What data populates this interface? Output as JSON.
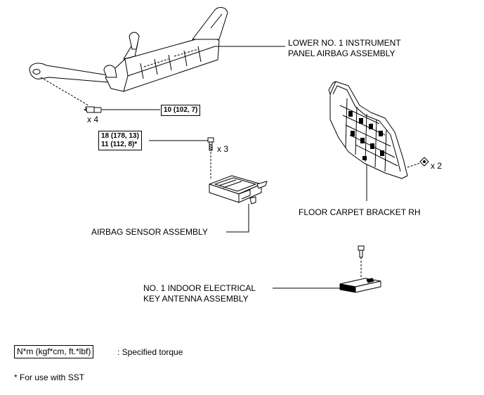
{
  "labels": {
    "lower_airbag_line1": "LOWER NO. 1 INSTRUMENT",
    "lower_airbag_line2": "PANEL AIRBAG ASSEMBLY",
    "floor_carpet_bracket": "FLOOR CARPET BRACKET RH",
    "airbag_sensor": "AIRBAG SENSOR ASSEMBLY",
    "antenna_line1": "NO. 1 INDOOR ELECTRICAL",
    "antenna_line2": "KEY ANTENNA ASSEMBLY"
  },
  "torques": {
    "airbag_bolts": "10 (102, 7)",
    "sensor_bolts_line1": "18 (178, 13)",
    "sensor_bolts_line2": "11 (112, 8)*"
  },
  "quantities": {
    "airbag_bolts": "x 4",
    "sensor_bolts": "x 3",
    "bracket_clips": "x 2"
  },
  "legend": {
    "unit_box": "N*m (kgf*cm, ft.*lbf)",
    "unit_desc": ": Specified torque",
    "footnote": "* For use with SST"
  }
}
